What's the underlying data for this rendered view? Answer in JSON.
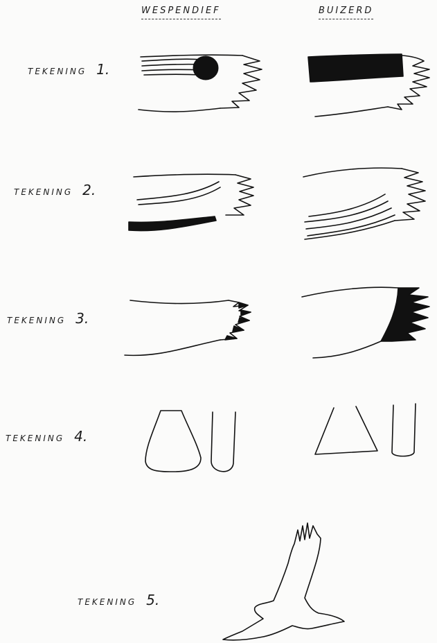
{
  "columns": {
    "left": "WESPENDIEF",
    "right": "BUIZERD"
  },
  "rows": [
    {
      "label": "TEKENING",
      "number": "1."
    },
    {
      "label": "TEKENING",
      "number": "2."
    },
    {
      "label": "TEKENING",
      "number": "3."
    },
    {
      "label": "TEKENING",
      "number": "4."
    },
    {
      "label": "TEKENING",
      "number": "5."
    }
  ]
}
